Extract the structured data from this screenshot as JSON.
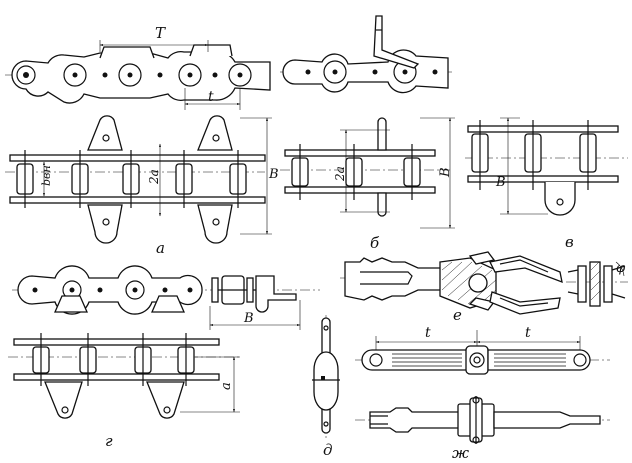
{
  "figure": {
    "panels": [
      {
        "id": "a",
        "label": "а"
      },
      {
        "id": "b",
        "label": "б"
      },
      {
        "id": "v",
        "label": "в"
      },
      {
        "id": "g",
        "label": "г"
      },
      {
        "id": "d",
        "label": "д"
      },
      {
        "id": "e",
        "label": "е"
      },
      {
        "id": "zh",
        "label": "ж"
      }
    ],
    "dimensions": {
      "T": "T",
      "t": "t",
      "B": "B",
      "two_a": "2a",
      "a": "a",
      "b_vn": "bвн",
      "phi": "φ"
    }
  }
}
